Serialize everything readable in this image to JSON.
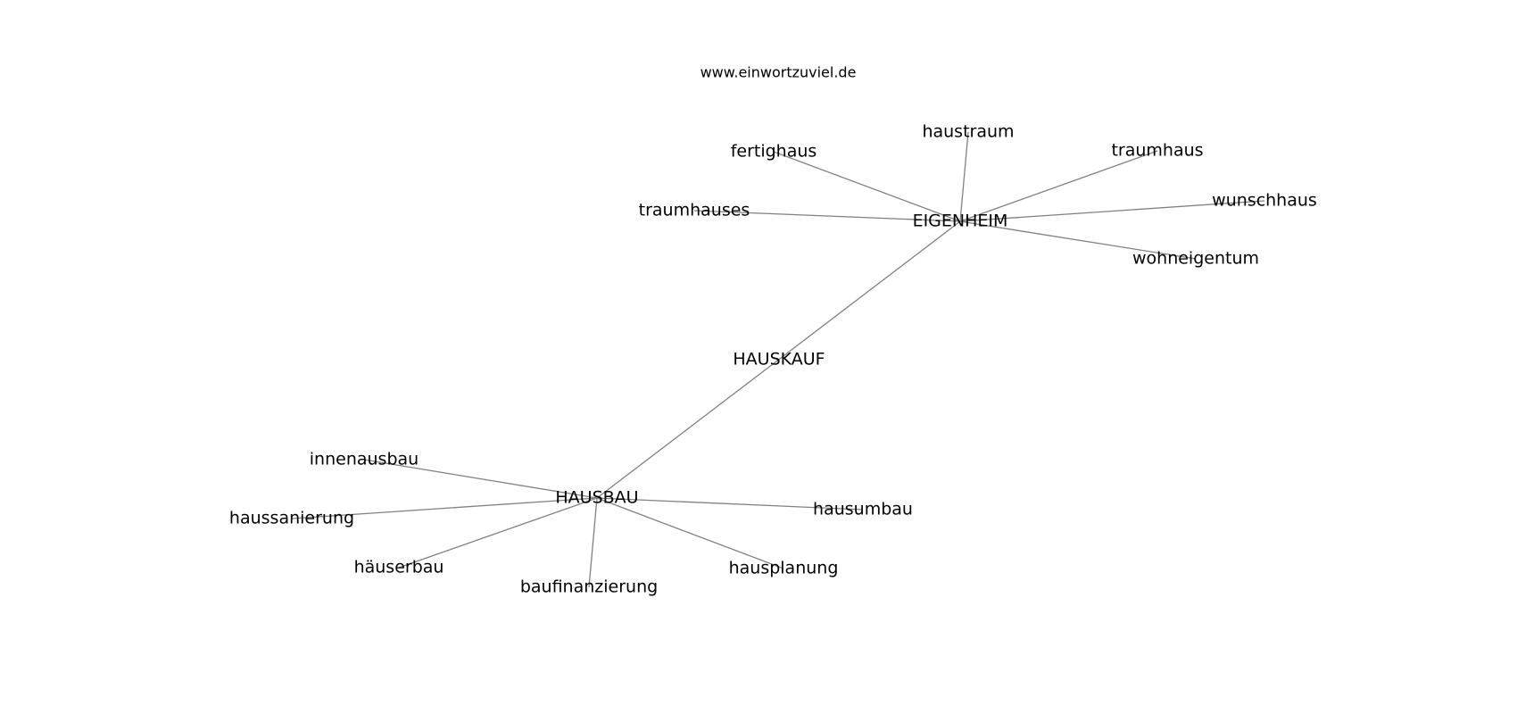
{
  "website": "www.einwortzuviel.de",
  "graph": {
    "nodes": [
      {
        "id": "HAUSKAUF",
        "label": "HAUSKAUF"
      },
      {
        "id": "EIGENHEIM",
        "label": "EIGENHEIM"
      },
      {
        "id": "HAUSBAU",
        "label": "HAUSBAU"
      },
      {
        "id": "haustraum",
        "label": "haustraum"
      },
      {
        "id": "fertighaus",
        "label": "fertighaus"
      },
      {
        "id": "traumhaus",
        "label": "traumhaus"
      },
      {
        "id": "traumhauses",
        "label": "traumhauses"
      },
      {
        "id": "wunschhaus",
        "label": "wunschhaus"
      },
      {
        "id": "wohneigentum",
        "label": "wohneigentum"
      },
      {
        "id": "innenausbau",
        "label": "innenausbau"
      },
      {
        "id": "haussanierung",
        "label": "haussanierung"
      },
      {
        "id": "hausumbau",
        "label": "hausumbau"
      },
      {
        "id": "häuserbau",
        "label": "häuserbau"
      },
      {
        "id": "hausplanung",
        "label": "hausplanung"
      },
      {
        "id": "baufinanzierung",
        "label": "baufinanzierung"
      }
    ],
    "edges": [
      {
        "source": "EIGENHEIM",
        "target": "HAUSBAU"
      },
      {
        "source": "EIGENHEIM",
        "target": "haustraum"
      },
      {
        "source": "EIGENHEIM",
        "target": "fertighaus"
      },
      {
        "source": "EIGENHEIM",
        "target": "traumhaus"
      },
      {
        "source": "EIGENHEIM",
        "target": "traumhauses"
      },
      {
        "source": "EIGENHEIM",
        "target": "wunschhaus"
      },
      {
        "source": "EIGENHEIM",
        "target": "wohneigentum"
      },
      {
        "source": "HAUSBAU",
        "target": "innenausbau"
      },
      {
        "source": "HAUSBAU",
        "target": "haussanierung"
      },
      {
        "source": "HAUSBAU",
        "target": "hausumbau"
      },
      {
        "source": "HAUSBAU",
        "target": "häuserbau"
      },
      {
        "source": "HAUSBAU",
        "target": "hausplanung"
      },
      {
        "source": "HAUSBAU",
        "target": "baufinanzierung"
      }
    ]
  }
}
